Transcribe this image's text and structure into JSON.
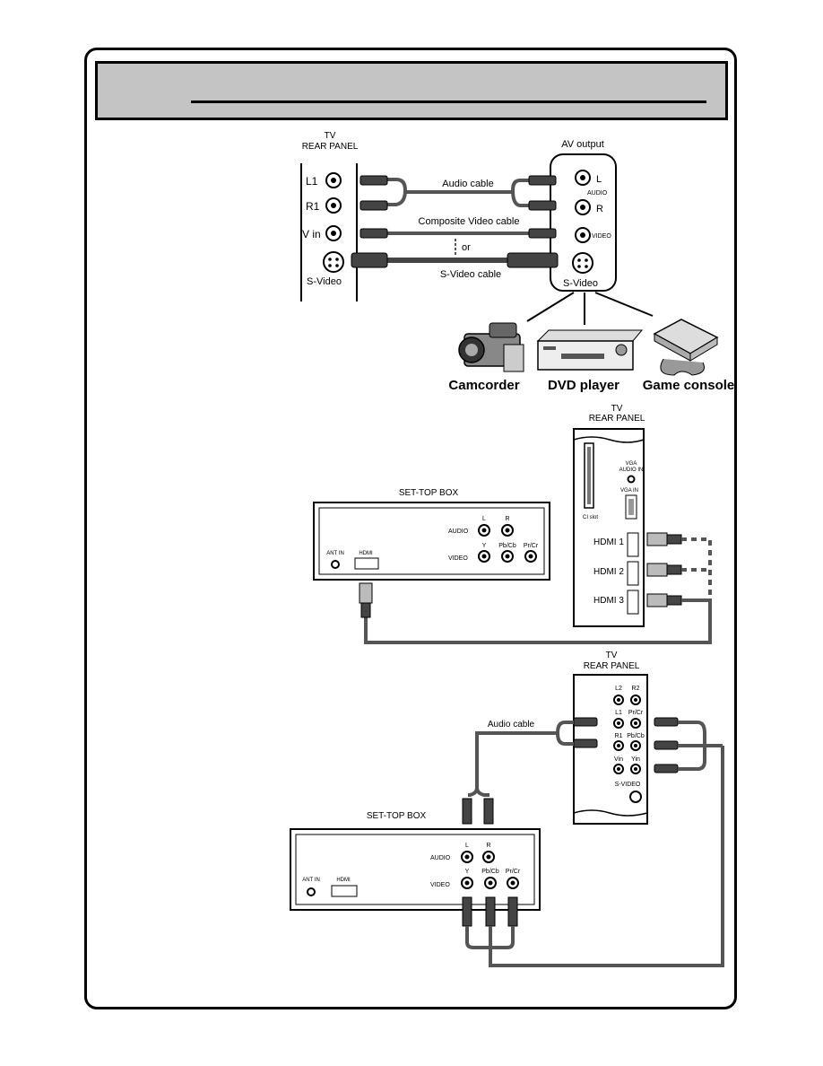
{
  "diagram1": {
    "tv_panel_title": "TV\nREAR  PANEL",
    "tv_panel_line1": "TV",
    "tv_panel_line2": "REAR  PANEL",
    "tv_jacks": [
      "L1",
      "R1",
      "V in"
    ],
    "tv_svideo": "S-Video",
    "av_output_title": "AV output",
    "av_l": "L",
    "av_audio": "AUDIO",
    "av_r": "R",
    "av_video": "VIDEO",
    "av_svideo": "S-Video",
    "audio_cable": "Audio cable",
    "composite_cable": "Composite Video cable",
    "or_label": "or",
    "svideo_cable": "S-Video cable",
    "devices": [
      "Camcorder",
      "DVD player",
      "Game console"
    ]
  },
  "diagram2": {
    "tv_line1": "TV",
    "tv_line2": "REAR  PANEL",
    "vga_audio_in_1": "VGA",
    "vga_audio_in_2": "AUDIO IN",
    "vga_in": "VGA IN",
    "ci_slot": "CI slot",
    "hdmi_ports": [
      "HDMI 1",
      "HDMI 2",
      "HDMI 3"
    ],
    "stb_title": "SET-TOP BOX",
    "stb_audio": "AUDIO",
    "stb_video": "VIDEO",
    "stb_l": "L",
    "stb_r": "R",
    "stb_y": "Y",
    "stb_pb": "Pb/Cb",
    "stb_pr": "Pr/Cr",
    "stb_ant": "ANT  IN",
    "stb_hdmi": "HDMI"
  },
  "diagram3": {
    "tv_line1": "TV",
    "tv_line2": "REAR  PANEL",
    "jacks": [
      "L2",
      "R2",
      "L1",
      "Pr/Cr",
      "R1",
      "Pb/Cb",
      "Vin",
      "Yin"
    ],
    "tv_svideo": "S-VIDEO",
    "audio_cable": "Audio cable",
    "stb_title": "SET-TOP BOX",
    "stb_audio": "AUDIO",
    "stb_video": "VIDEO",
    "stb_l": "L",
    "stb_r": "R",
    "stb_y": "Y",
    "stb_pb": "Pb/Cb",
    "stb_pr": "Pr/Cr",
    "stb_ant": "ANT  IN",
    "stb_hdmi": "HDMI"
  }
}
